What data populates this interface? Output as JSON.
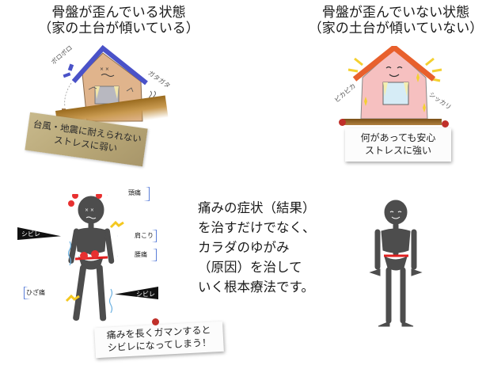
{
  "left_panel": {
    "title_line1": "骨盤が歪んでいる状態",
    "title_line2": "（家の土台が傾いている）",
    "house_sfx_left": "ボロボロ",
    "house_sfx_right": "ガタガタ",
    "tape_line1": "台風・地震に耐えられない",
    "tape_line2": "ストレスに弱い",
    "colors": {
      "roof": "#4a52c8",
      "wall": "#e0b48c",
      "ground": "#9a6b1e"
    }
  },
  "right_panel": {
    "title_line1": "骨盤が歪んでいない状態",
    "title_line2": "（家の土台が傾いていない）",
    "house_sfx_left": "ピカピカ",
    "house_sfx_right": "シッカリ",
    "note_line1": "何があっても安心",
    "note_line2": "ストレスに強い",
    "colors": {
      "roof": "#e8602c",
      "wall": "#f6c0c0",
      "ground": "#8a5a1a"
    }
  },
  "skeleton_left": {
    "labels": {
      "headache": "頭痛",
      "stiff_shoulder": "肩こり",
      "back_pain": "腰痛",
      "numbness_left": "シビレ",
      "knee_pain": "ひざ痛",
      "numbness_right": "シビレ"
    },
    "note_line1": "痛みを長くガマンすると",
    "note_line2": "シビレになってしまう！",
    "colors": {
      "bone": "#4d4d4d",
      "pelvis_line": "#e02020",
      "pain": "#e83030",
      "flag_border": "#5a7ed8"
    }
  },
  "center_text": {
    "lines": [
      "痛みの症状（結果）",
      "を治すだけでなく、",
      "カラダのゆがみ",
      "（原因）を治して",
      "いく根本療法です。"
    ]
  }
}
